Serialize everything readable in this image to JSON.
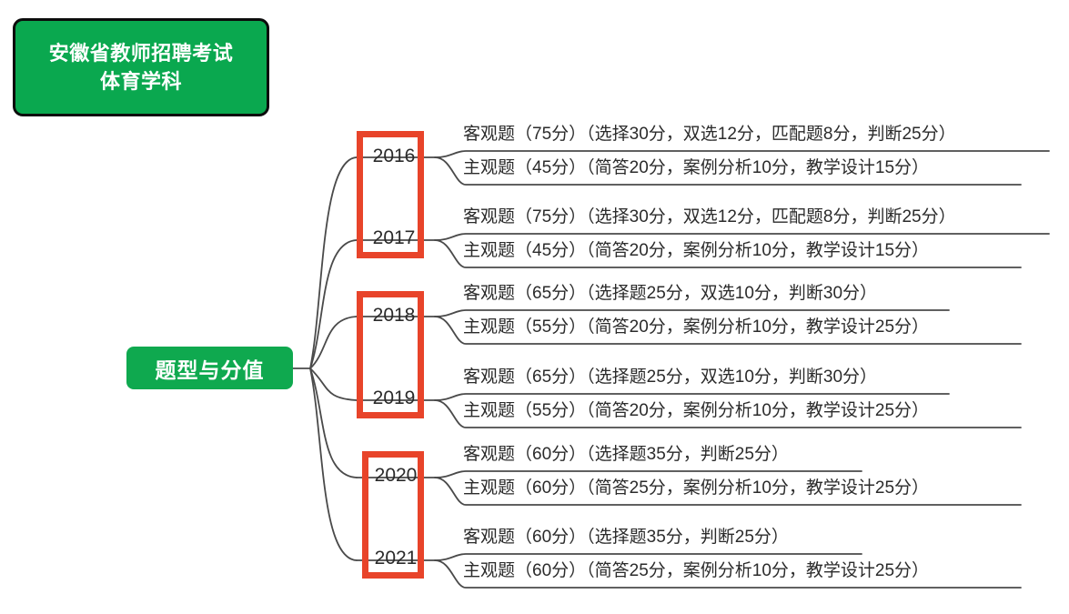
{
  "title_box": {
    "line1": "安徽省教师招聘考试",
    "line2": "体育学科",
    "bg_color": "#0aa84f",
    "border_color": "#0c0c0c",
    "text_color": "#ffffff"
  },
  "root": {
    "label": "题型与分值",
    "bg_color": "#0fa94f",
    "text_color": "#ffffff"
  },
  "theme": {
    "red_box_color": "#e8442a",
    "connector_color": "#4a4a4a",
    "text_color": "#2b2b2b",
    "background": "#ffffff"
  },
  "groups": [
    {
      "box_id": "group-2016-2017",
      "years": [
        {
          "year": "2016",
          "lines": [
            "客观题（75分）（选择30分，双选12分，匹配题8分，判断25分）",
            "主观题（45分）（简答20分，案例分析10分，教学设计15分）"
          ]
        },
        {
          "year": "2017",
          "lines": [
            "客观题（75分）（选择30分，双选12分，匹配题8分，判断25分）",
            "主观题（45分）（简答20分，案例分析10分，教学设计15分）"
          ]
        }
      ]
    },
    {
      "box_id": "group-2018-2019",
      "years": [
        {
          "year": "2018",
          "lines": [
            "客观题（65分）（选择题25分，双选10分，判断30分）",
            "主观题（55分）（简答20分，案例分析10分，教学设计25分）"
          ]
        },
        {
          "year": "2019",
          "lines": [
            "客观题（65分）（选择题25分，双选10分，判断30分）",
            "主观题（55分）（简答20分，案例分析10分，教学设计25分）"
          ]
        }
      ]
    },
    {
      "box_id": "group-2020-2021",
      "years": [
        {
          "year": "2020",
          "lines": [
            "客观题（60分）（选择题35分，判断25分）",
            "主观题（60分）（简答25分，案例分析10分，教学设计25分）"
          ]
        },
        {
          "year": "2021",
          "lines": [
            "客观题（60分）（选择题35分，判断25分）",
            "主观题（60分）（简答25分，案例分析10分，教学设计25分）"
          ]
        }
      ]
    }
  ]
}
